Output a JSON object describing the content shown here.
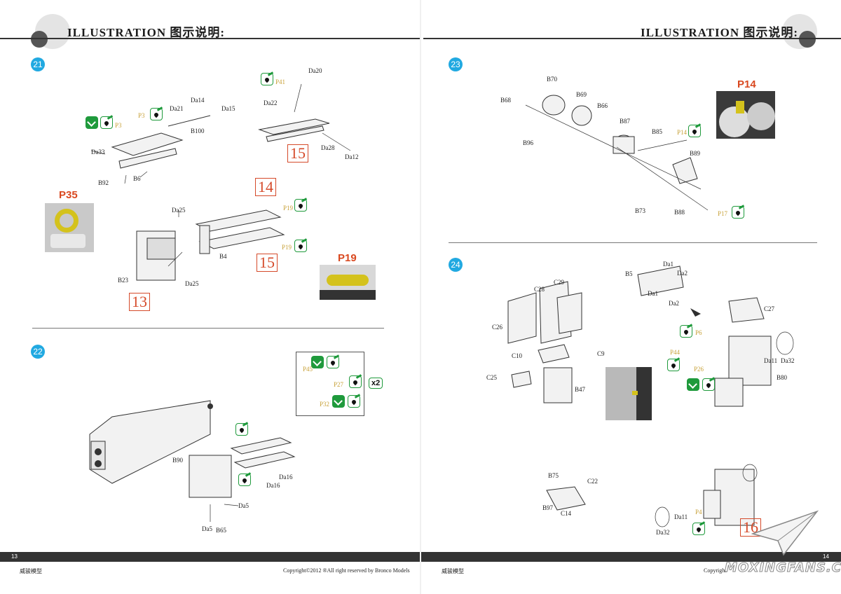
{
  "header": {
    "title": "ILLUSTRATION 图示说明:"
  },
  "left_page": {
    "page_number": "13",
    "brand": "威骏模型",
    "copyright": "Copyright©2012  ®All right reserved by Bronco Models",
    "steps": [
      "21",
      "22"
    ],
    "step21": {
      "labels": [
        "Da20",
        "P41",
        "Da22",
        "Da14",
        "Da15",
        "Da21",
        "P3",
        "P3",
        "B100",
        "Da33",
        "B6",
        "B92",
        "Da28",
        "Da12",
        "Da25",
        "P19",
        "P19",
        "B4",
        "B23",
        "Da25"
      ],
      "boxes": [
        "15",
        "14",
        "15",
        "13"
      ],
      "photos": [
        "P35",
        "P19"
      ]
    },
    "step22": {
      "labels": [
        "P45",
        "P27",
        "P32",
        "B90",
        "Da16",
        "Da16",
        "Da5",
        "Da5",
        "B65"
      ],
      "multiplier": "x2"
    }
  },
  "right_page": {
    "page_number": "14",
    "brand": "威骏模型",
    "copyright": "Copyright",
    "steps": [
      "23",
      "24"
    ],
    "step23": {
      "labels": [
        "B70",
        "B68",
        "B69",
        "B66",
        "B87",
        "B85",
        "P14",
        "B89",
        "B96",
        "B73",
        "B88",
        "P17"
      ],
      "photos": [
        "P14"
      ]
    },
    "step24": {
      "labels": [
        "B5",
        "Da1",
        "Da2",
        "Da1",
        "Da2",
        "C29",
        "C28",
        "C27",
        "C26",
        "C9",
        "C10",
        "C25",
        "B47",
        "P6",
        "P44",
        "P26",
        "Da11",
        "Da32",
        "B80",
        "B75",
        "C22",
        "B97",
        "C14",
        "Da11",
        "Da32",
        "P4"
      ],
      "boxes": [
        "16"
      ]
    }
  },
  "watermark": "MOXINGFANS.COM"
}
